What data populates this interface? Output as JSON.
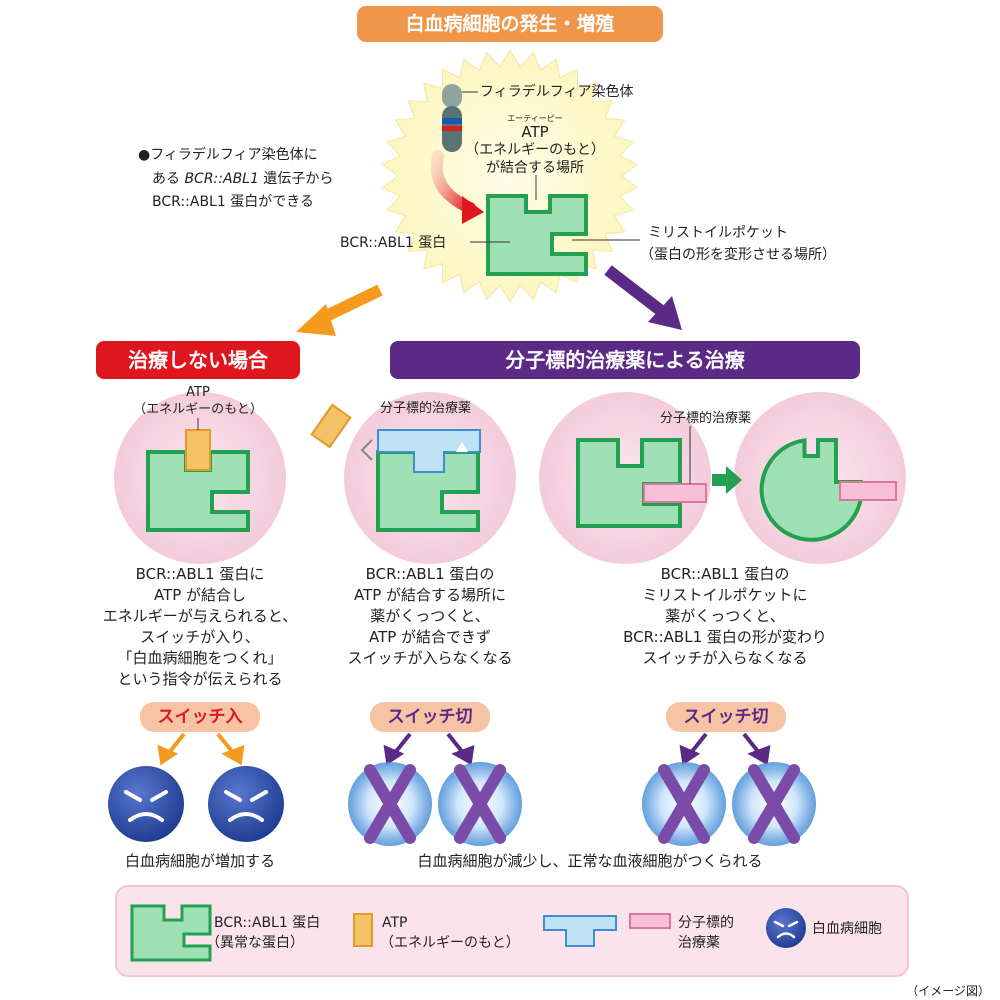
{
  "title": "白血病細胞の発生・増殖",
  "origin": {
    "chromosome_label": "フィラデルフィア染色体",
    "atp_ruby": "エーティーピー",
    "atp_title": "ATP",
    "atp_sub": "（エネルギーのもと）",
    "atp_sub2": "が結合する場所",
    "note_line1": "●フィラデルフィア染色体に",
    "note_line2_pre": "ある ",
    "note_line2_gene": "BCR::ABL1",
    "note_line2_post": " 遺伝子から",
    "note_line3": "BCR::ABL1 蛋白ができる",
    "protein_label": "BCR::ABL1 蛋白",
    "pocket_label1": "ミリストイルポケット",
    "pocket_label2": "（蛋白の形を変形させる場所）"
  },
  "no_treatment": {
    "header": "治療しない場合",
    "atp_label1": "ATP",
    "atp_label2": "（エネルギーのもと）",
    "desc": [
      "BCR::ABL1 蛋白に",
      "ATP が結合し",
      "エネルギーが与えられると、",
      "スイッチが入り、",
      "「白血病細胞をつくれ」",
      "という指令が伝えられる"
    ],
    "switch": "スイッチ入",
    "result": "白血病細胞が増加する"
  },
  "treatment": {
    "header": "分子標的治療薬による治療",
    "drug_label_a": "分子標的治療薬",
    "drug_label_b": "分子標的治療薬",
    "desc_a": [
      "BCR::ABL1 蛋白の",
      "ATP が結合する場所に",
      "薬がくっつくと、",
      "ATP が結合できず",
      "スイッチが入らなくなる"
    ],
    "desc_b": [
      "BCR::ABL1 蛋白の",
      "ミリストイルポケットに",
      "薬がくっつくと、",
      "BCR::ABL1 蛋白の形が変わり",
      "スイッチが入らなくなる"
    ],
    "switch_a": "スイッチ切",
    "switch_b": "スイッチ切",
    "result": "白血病細胞が減少し、正常な血液細胞がつくられる"
  },
  "legend": {
    "protein1": "BCR::ABL1 蛋白",
    "protein2": "（異常な蛋白）",
    "atp1": "ATP",
    "atp2": "（エネルギーのもと）",
    "drug1": "分子標的",
    "drug2": "治療薬",
    "cell": "白血病細胞"
  },
  "caption": "（イメージ図）",
  "colors": {
    "orange": "#f0964b",
    "red": "#e0161e",
    "purple": "#5b2a86",
    "green": "#9fe0b4",
    "green_stroke": "#23a052",
    "atp": "#f5c265",
    "drug_pink": "#f8bfd6",
    "drug_blue": "#bfe2f5",
    "cell_blue": "#1d3a8f"
  }
}
